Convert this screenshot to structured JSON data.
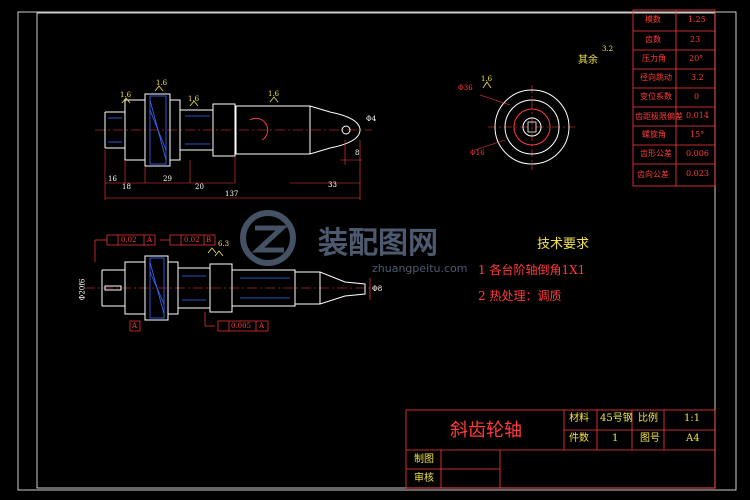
{
  "title_block": {
    "part_name": "斜齿轮轴",
    "material_label": "材料",
    "material_value": "45号钢",
    "scale_label": "比例",
    "scale_value": "1:1",
    "quantity_label": "件数",
    "quantity_value": "1",
    "drawing_no_label": "图号",
    "drawing_no_value": "A4",
    "drawn_by_label": "制图",
    "checked_by_label": "审核"
  },
  "gear_params": [
    {
      "label": "模数",
      "value": "1.25"
    },
    {
      "label": "齿数",
      "value": "23"
    },
    {
      "label": "压力角",
      "value": "20°"
    },
    {
      "label": "径向跳动",
      "value": "3.2"
    },
    {
      "label": "变位系数",
      "value": "0"
    },
    {
      "label": "齿距极限偏差",
      "value": "0.014"
    },
    {
      "label": "螺旋角",
      "value": "15°"
    },
    {
      "label": "齿形公差",
      "value": "0.006"
    },
    {
      "label": "齿向公差",
      "value": "0.023"
    }
  ],
  "tech_requirements": {
    "title": "技术要求",
    "items": [
      "1  各台阶轴倒角1X1",
      "2  热处理：调质"
    ]
  },
  "remainder_roughness": {
    "label": "其余",
    "value": "3.2"
  },
  "dimensions": {
    "overall_length": "137",
    "d16": "16",
    "d18": "18",
    "d29": "29",
    "d20": "20",
    "d33": "33",
    "d8": "8",
    "left_dia": "Φ20f6",
    "phi_small": "Φ4",
    "phi8": "Φ8",
    "sec_dia_1": "Φ36",
    "sec_dia_2": "Φ16",
    "gdt_1": "0.02",
    "gdt_2": "0.02",
    "gdt_3": "0.005",
    "datum_a": "A",
    "datum_b": "B",
    "rough_1": "1.6",
    "rough_2": "1.6",
    "rough_3": "1.6",
    "rough_4": "1.6",
    "rough_5": "1.6",
    "rough_6": "6.3"
  },
  "watermark": {
    "text": "装配图网",
    "url": "zhuangpeitu.com"
  }
}
